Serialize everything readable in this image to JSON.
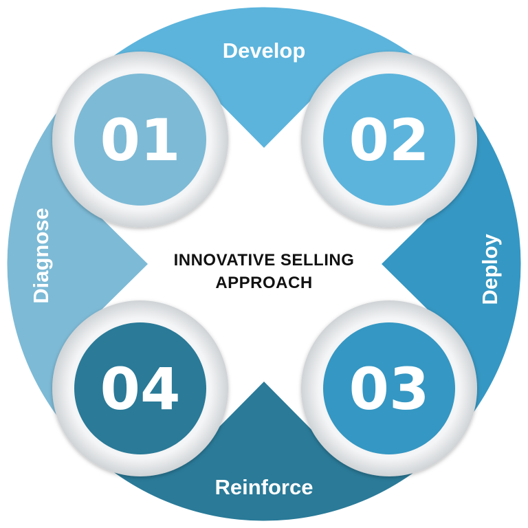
{
  "center_title": {
    "line1": "INNOVATIVE SELLING",
    "line2": "APPROACH"
  },
  "steps": [
    {
      "number": "01",
      "label": "Diagnose"
    },
    {
      "number": "02",
      "label": "Develop"
    },
    {
      "number": "03",
      "label": "Deploy"
    },
    {
      "number": "04",
      "label": "Reinforce"
    }
  ],
  "colors": {
    "diagnose": "#7dbad6",
    "develop": "#5cb4dc",
    "deploy": "#3597c3",
    "reinforce": "#2a7a98",
    "ring": "#e6e8ea",
    "center": "#ffffff"
  }
}
